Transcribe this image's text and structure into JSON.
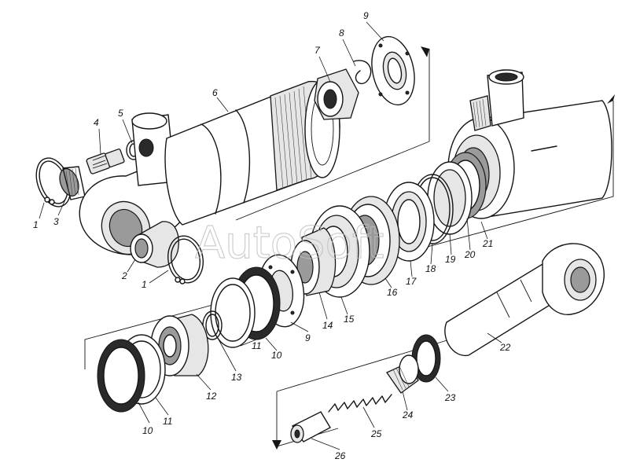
{
  "diagram": {
    "watermark": "AutoSoft",
    "callouts": [
      {
        "id": "c1a",
        "text": "1"
      },
      {
        "id": "c3",
        "text": "3"
      },
      {
        "id": "c4",
        "text": "4"
      },
      {
        "id": "c5",
        "text": "5"
      },
      {
        "id": "c6",
        "text": "6"
      },
      {
        "id": "c7",
        "text": "7"
      },
      {
        "id": "c8",
        "text": "8"
      },
      {
        "id": "c9a",
        "text": "9"
      },
      {
        "id": "c2",
        "text": "2"
      },
      {
        "id": "c1b",
        "text": "1"
      },
      {
        "id": "c21",
        "text": "21"
      },
      {
        "id": "c20",
        "text": "20"
      },
      {
        "id": "c19",
        "text": "19"
      },
      {
        "id": "c18",
        "text": "18"
      },
      {
        "id": "c17",
        "text": "17"
      },
      {
        "id": "c16",
        "text": "16"
      },
      {
        "id": "c15",
        "text": "15"
      },
      {
        "id": "c14",
        "text": "14"
      },
      {
        "id": "c9b",
        "text": "9"
      },
      {
        "id": "c10a",
        "text": "10"
      },
      {
        "id": "c11a",
        "text": "11"
      },
      {
        "id": "c13",
        "text": "13"
      },
      {
        "id": "c12",
        "text": "12"
      },
      {
        "id": "c10b",
        "text": "10"
      },
      {
        "id": "c11b",
        "text": "11"
      },
      {
        "id": "c22",
        "text": "22"
      },
      {
        "id": "c23",
        "text": "23"
      },
      {
        "id": "c24",
        "text": "24"
      },
      {
        "id": "c25",
        "text": "25"
      },
      {
        "id": "c26",
        "text": "26"
      }
    ]
  }
}
